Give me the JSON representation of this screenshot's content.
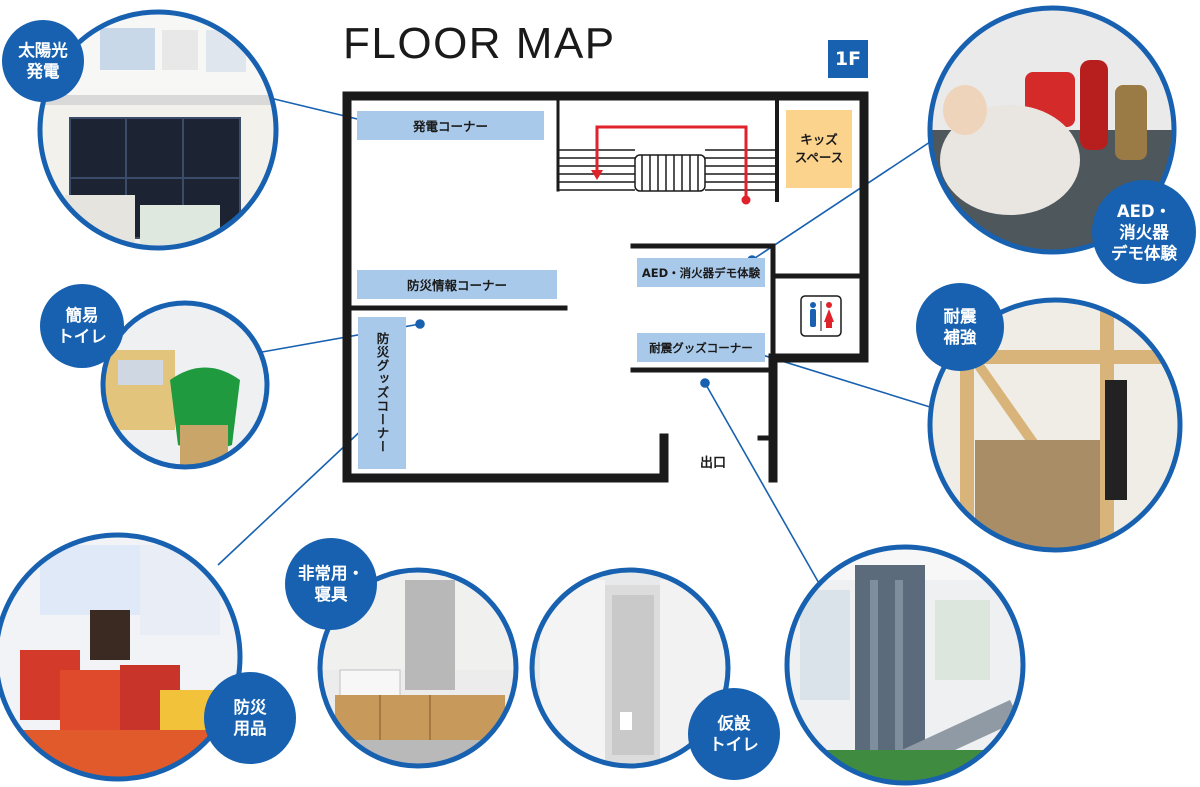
{
  "title": "FLOOR MAP",
  "floor": "1F",
  "zones": {
    "power": "発電コーナー",
    "kids_line1": "キッズ",
    "kids_line2": "スペース",
    "aed_demo": "AED・消火器デモ体験",
    "info": "防災情報コーナー",
    "goods": "防災グッズコーナー",
    "quake_goods": "耐震グッズコーナー",
    "exit": "出口"
  },
  "callouts": {
    "solar": [
      "太陽光",
      "発電"
    ],
    "toilet_simple": [
      "簡易",
      "トイレ"
    ],
    "supplies": [
      "防災",
      "用品"
    ],
    "bedding": [
      "非常用・",
      "寝具"
    ],
    "temp_toilet": [
      "仮設",
      "トイレ"
    ],
    "aed": [
      "AED・",
      "消火器",
      "デモ体験"
    ],
    "quake": [
      "耐震",
      "補強"
    ]
  },
  "colors": {
    "accent_blue": "#1761b0",
    "zone_blue": "#a9c9ea",
    "kids_orange": "#fbd38d",
    "route_red": "#e0222a",
    "wall": "#1a1a1a"
  },
  "icons": [
    "restroom-icon"
  ]
}
